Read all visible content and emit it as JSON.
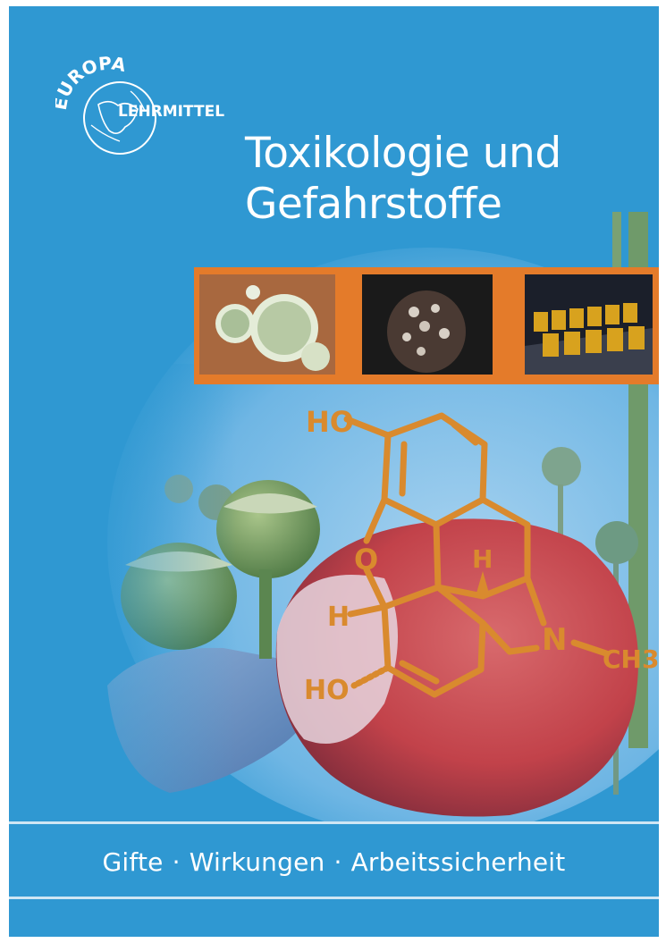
{
  "publisher": {
    "arc_text": "EUROPA",
    "name": "LEHRMITTEL"
  },
  "title": {
    "line1": "Toxikologie und",
    "line2": "Gefahrstoffe"
  },
  "molecule": {
    "ho_top": "HO",
    "o": "O",
    "h_left": "H",
    "ho_bottom": "HO",
    "h_center": "H",
    "n": "N",
    "ch3": "CH3"
  },
  "subtitle": {
    "part1": "Gifte",
    "part2": "Wirkungen",
    "part3": "Arbeitssicherheit",
    "separator": "·"
  },
  "colors": {
    "background": "#2f98d2",
    "accent_orange": "#e47b2a",
    "molecule": "#d98a2e"
  }
}
